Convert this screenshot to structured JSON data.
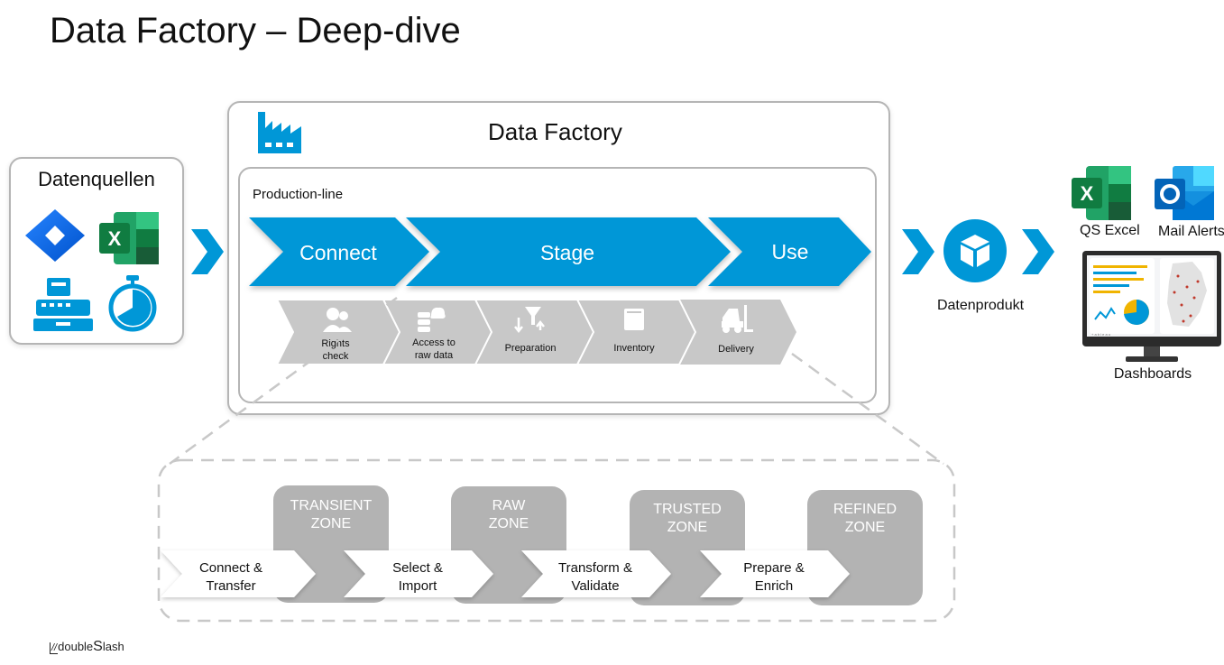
{
  "title": "Data Factory – Deep-dive",
  "sources": {
    "title": "Datenquellen",
    "icons": [
      "jira-icon",
      "excel-icon",
      "cash-register-icon",
      "stopwatch-icon"
    ]
  },
  "factory": {
    "title": "Data Factory",
    "icon": "factory-icon",
    "production_line_label": "Production-line",
    "stages": [
      "Connect",
      "Stage",
      "Use"
    ],
    "steps": [
      {
        "line1": "Rights",
        "line2": "check",
        "icon": "people-check-icon"
      },
      {
        "line1": "Access to",
        "line2": "raw data",
        "icon": "database-cloud-icon"
      },
      {
        "line1": "Preparation",
        "line2": "",
        "icon": "filter-icon"
      },
      {
        "line1": "Inventory",
        "line2": "",
        "icon": "inventory-icon"
      },
      {
        "line1": "Delivery",
        "line2": "",
        "icon": "forklift-icon"
      }
    ]
  },
  "product": {
    "label": "Datenprodukt",
    "icon": "package-icon"
  },
  "outputs": {
    "excel_label": "QS Excel",
    "mail_label": "Mail Alerts",
    "dashboards_label": "Dashboards",
    "dashboard_brand": "+ a b l e a u"
  },
  "zones": [
    {
      "line1": "TRANSIENT",
      "line2": "ZONE"
    },
    {
      "line1": "RAW",
      "line2": "ZONE"
    },
    {
      "line1": "TRUSTED",
      "line2": "ZONE"
    },
    {
      "line1": "REFINED",
      "line2": "ZONE"
    }
  ],
  "zone_steps": [
    {
      "line1": "Connect &",
      "line2": "Transfer"
    },
    {
      "line1": "Select &",
      "line2": "Import"
    },
    {
      "line1": "Transform &",
      "line2": "Validate"
    },
    {
      "line1": "Prepare &",
      "line2": "Enrich"
    }
  ],
  "logo": {
    "text_a": "double",
    "text_b": "S",
    "text_c": "lash"
  },
  "colors": {
    "accent": "#0097d7",
    "gray": "#c8c8c8",
    "zone": "#b3b3b3",
    "text": "#111111"
  }
}
